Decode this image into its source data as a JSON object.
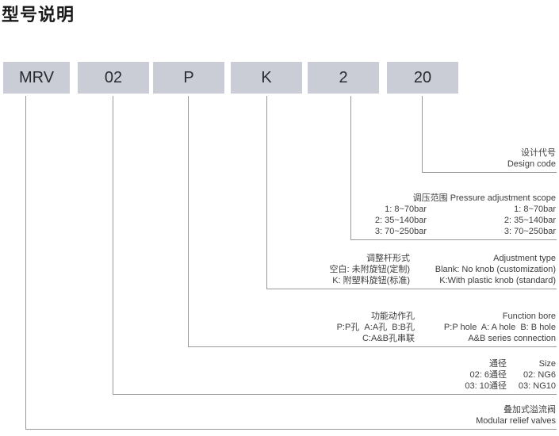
{
  "title": "型号说明",
  "colors": {
    "box_fill": "#cacdd5",
    "box_text": "#2a2b31",
    "line": "#999999",
    "annotation_text": "#3d3d3d",
    "title_text": "#1a1a1a",
    "background": "#ffffff"
  },
  "model_code": {
    "segments": [
      "MRV",
      "02",
      "P",
      "K",
      "2",
      "20"
    ]
  },
  "annotations": {
    "design_code": {
      "cn": "设计代号",
      "en": "Design code"
    },
    "pressure": {
      "header": "调压范围 Pressure adjustment scope",
      "rows": [
        {
          "cn": "1: 8~70bar",
          "en": "1: 8~70bar"
        },
        {
          "cn": "2: 35~140bar",
          "en": "2: 35~140bar"
        },
        {
          "cn": "3: 70~250bar",
          "en": "3: 70~250bar"
        }
      ]
    },
    "adjustment": {
      "header": {
        "cn": "调整杆形式",
        "en": "Adjustment type"
      },
      "rows": [
        {
          "cn": "空白: 未附旋钮(定制)",
          "en": "Blank: No knob (customization)"
        },
        {
          "cn": "K: 附塑料旋钮(标准)",
          "en": "K:With plastic knob (standard)"
        }
      ]
    },
    "function_bore": {
      "header": {
        "cn": "功能动作孔",
        "en": "Function bore"
      },
      "rows": [
        {
          "cn": "P:P孔  A:A孔  B:B孔",
          "en": "P:P hole  A: A hole  B: B hole"
        },
        {
          "cn": "C:A&B孔串联",
          "en": "A&B series connection"
        }
      ]
    },
    "size": {
      "header": {
        "cn": "通径",
        "en": "Size"
      },
      "rows": [
        {
          "cn": "02: 6通径",
          "en": "02: NG6"
        },
        {
          "cn": "03: 10通径",
          "en": "03: NG10"
        }
      ]
    },
    "valve_type": {
      "cn": "叠加式溢流阀",
      "en": "Modular relief valves"
    }
  }
}
